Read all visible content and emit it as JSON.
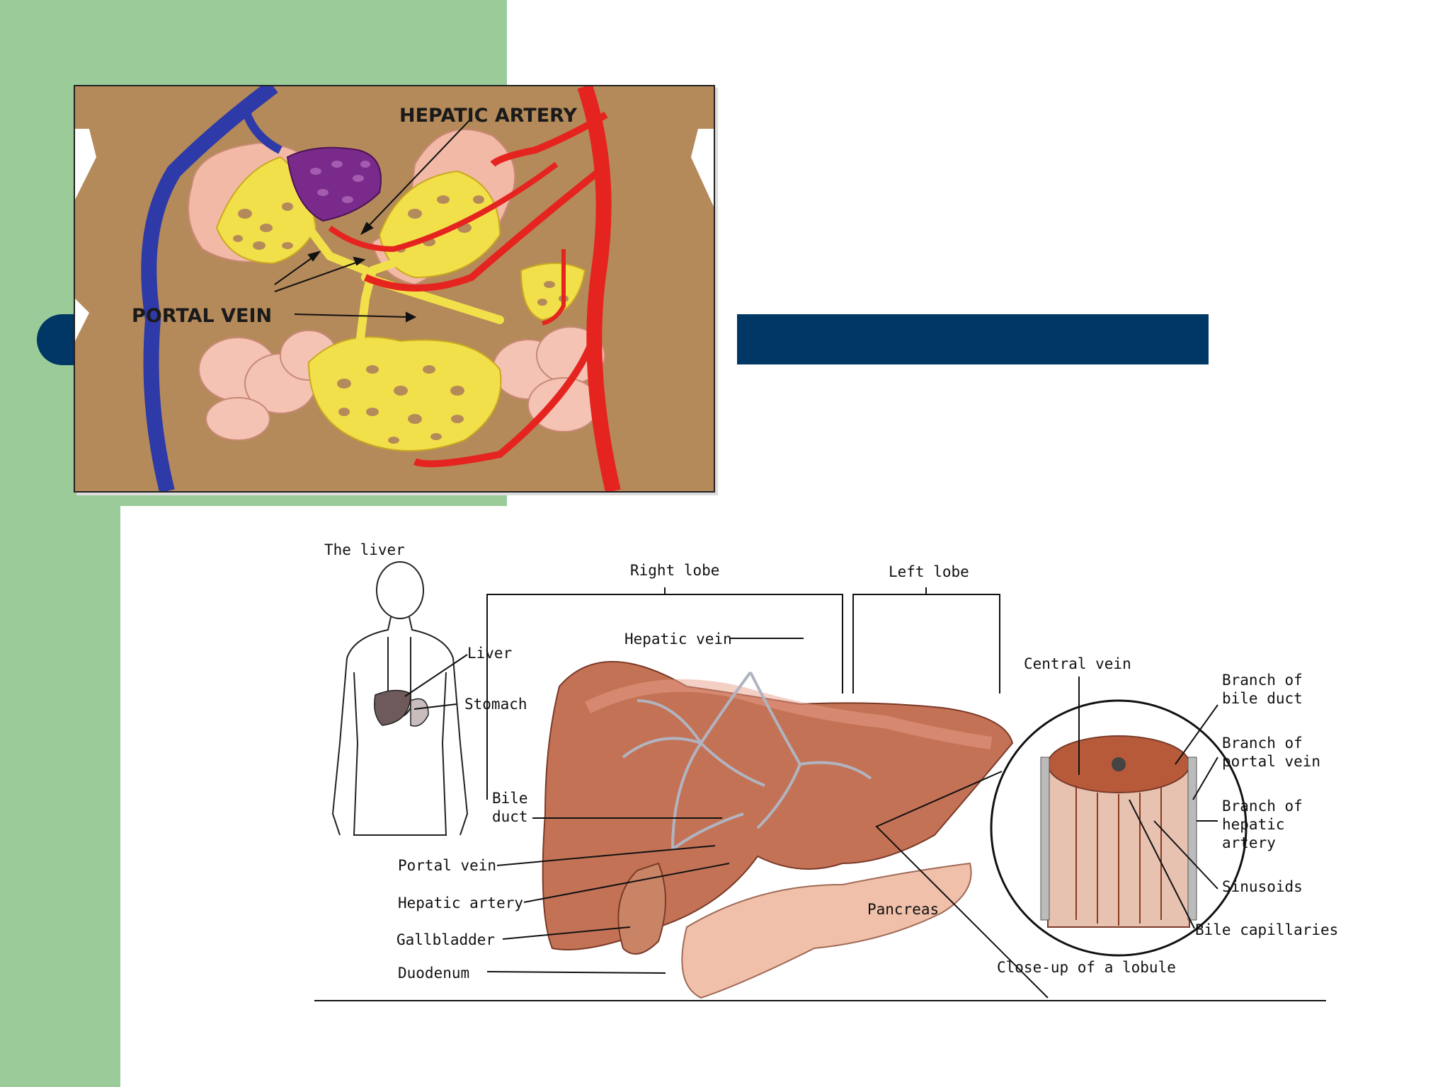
{
  "top_diagram": {
    "label_hepatic_artery": "HEPATIC ARTERY",
    "label_portal_vein": "PORTAL VEIN",
    "colors": {
      "skin": "#b58a5a",
      "vein": "#2d3aa8",
      "artery": "#e52420",
      "portal": "#f2e04a",
      "liver_lobule": "#7a2a8a",
      "organ": "#f1b9a6"
    }
  },
  "bottom_diagram": {
    "the_liver": "The liver",
    "liver": "Liver",
    "stomach": "Stomach",
    "right_lobe": "Right lobe",
    "left_lobe": "Left lobe",
    "hepatic_vein": "Hepatic vein",
    "central_vein": "Central vein",
    "branch_bile_duct_1": "Branch of",
    "branch_bile_duct_2": "bile duct",
    "branch_portal_vein_1": "Branch of",
    "branch_portal_vein_2": "portal vein",
    "branch_hepatic_artery_1": "Branch of",
    "branch_hepatic_artery_2": "hepatic",
    "branch_hepatic_artery_3": "artery",
    "bile_duct_1": "Bile",
    "bile_duct_2": "duct",
    "portal_vein": "Portal vein",
    "hepatic_artery": "Hepatic artery",
    "gallbladder": "Gallbladder",
    "duodenum": "Duodenum",
    "pancreas": "Pancreas",
    "sinusoids": "Sinusoids",
    "bile_capillaries": "Bile capillaries",
    "close_up": "Close-up of a lobule"
  },
  "colors": {
    "sidebar_green": "#9acb98",
    "navy": "#003764"
  }
}
